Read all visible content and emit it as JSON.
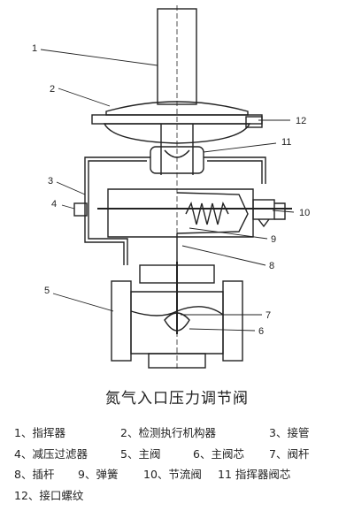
{
  "diagram": {
    "caption": "氮气入口压力调节阀",
    "callouts": [
      "1",
      "2",
      "3",
      "4",
      "5",
      "6",
      "7",
      "8",
      "9",
      "10",
      "11",
      "12"
    ],
    "legend_rows": [
      [
        "1、指挥器",
        "2、检测执行机构器",
        "3、接管"
      ],
      [
        "4、减压过滤器",
        "5、主阀",
        "6、主阀芯",
        "7、阀杆"
      ],
      [
        "8、插杆",
        "9、弹簧",
        "10、节流阀",
        "11  指挥器阀芯"
      ],
      [
        "12、接口螺纹"
      ]
    ]
  }
}
